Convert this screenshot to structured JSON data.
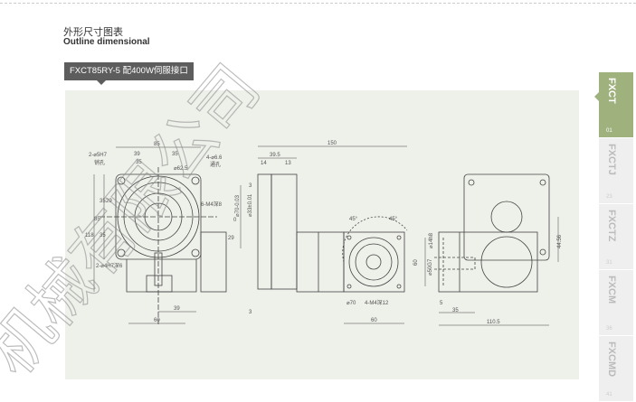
{
  "header": {
    "title_cn": "外形尺寸图表",
    "title_en": "Outline dimensional",
    "model": "FXCT85RY-5 配400W伺服接口"
  },
  "tabs": [
    {
      "name": "FXCT",
      "page": "01",
      "active": true
    },
    {
      "name": "FXCTJ",
      "page": "23"
    },
    {
      "name": "FXCTZ",
      "page": "31"
    },
    {
      "name": "FXCM",
      "page": "36"
    },
    {
      "name": "FXCMD",
      "page": "41"
    }
  ],
  "drawing": {
    "labels": {
      "a": "85",
      "b": "39",
      "c": "35",
      "d": "35",
      "e": "2-⌀5H7",
      "f": "销孔",
      "g": "4-⌀6.6",
      "h": "通孔",
      "i": "⌀62.5",
      "j": "6-M4深8",
      "k": "2-⌀4H7深6",
      "l": "118",
      "m": "85",
      "n": "35",
      "o": "29",
      "p": "35",
      "q": "39",
      "r": "60",
      "s": "150",
      "t": "39.5",
      "u": "14",
      "v": "13",
      "w": "⌀70-0.03",
      "x": "⌀33±0.01",
      "y": "3",
      "z": "3",
      "aa": "45°",
      "ab": "45°",
      "ac": "⌀70",
      "ad": "4-M4深12",
      "ae": "60",
      "af": "60",
      "ag": "⌀50G7",
      "ah": "⌀14h8",
      "ai": "44.56",
      "aj": "5",
      "ak": "35",
      "al": "110.5",
      "am": "0",
      "an": "29"
    }
  },
  "watermark": "机械有限公司"
}
